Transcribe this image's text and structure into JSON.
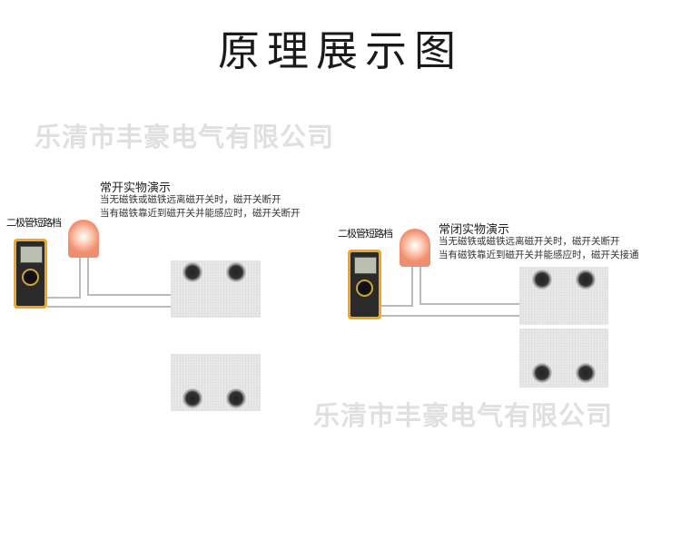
{
  "title": "原理展示图",
  "watermark": "乐清市丰豪电气有限公司",
  "left_demo": {
    "meter_label": "二极管短路档",
    "title": "常开实物演示",
    "line1": "当无磁铁或磁铁远离磁开关时，磁开关断开",
    "line2": "当有磁铁靠近到磁开关并能感应时，磁开关断开"
  },
  "right_demo": {
    "meter_label": "二极管短路档",
    "title": "常闭实物演示",
    "line1": "当无磁铁或磁铁远离磁开关时，磁开关断开",
    "line2": "当有磁铁靠近到磁开关并能感应时，磁开关接通"
  }
}
